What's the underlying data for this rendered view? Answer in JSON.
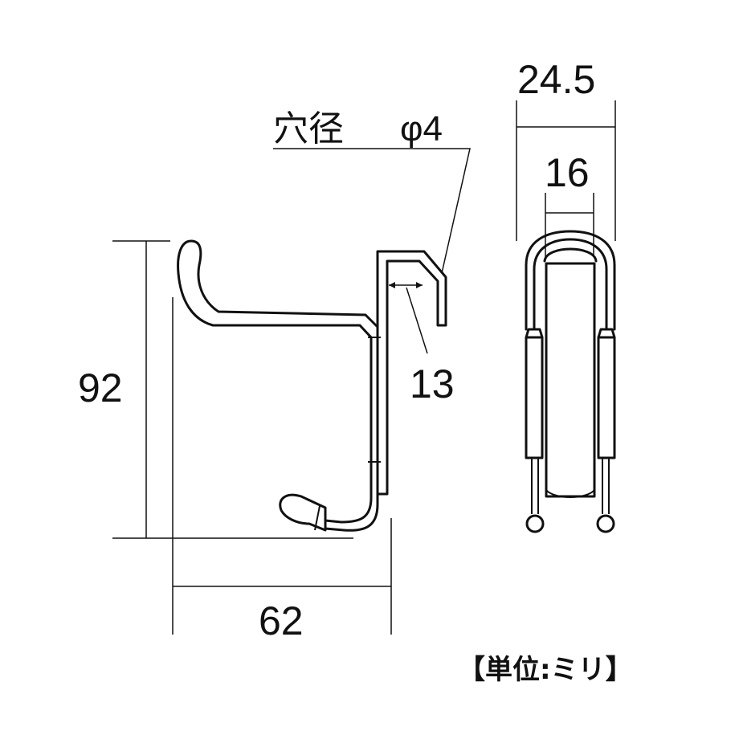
{
  "drawing": {
    "hole_label": "穴径",
    "hole_value": "φ4",
    "dim_height": "92",
    "dim_width": "62",
    "dim_depth": "13",
    "dim_outer_width": "24.5",
    "dim_inner_width": "16",
    "unit_note": "【単位:ミリ】"
  },
  "colors": {
    "line": "#111111",
    "background": "#ffffff"
  }
}
